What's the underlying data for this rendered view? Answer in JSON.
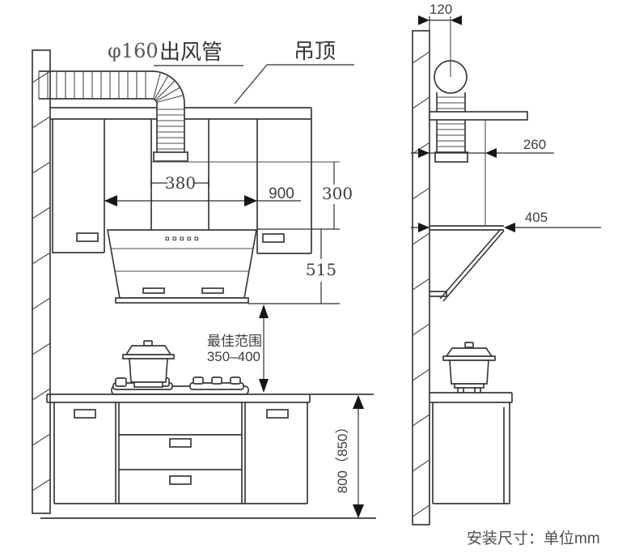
{
  "front_view": {
    "diameter_label": "φ160",
    "duct_label": "出风管",
    "ceiling_label": "吊顶",
    "dims": {
      "duct_housing_width": "380",
      "hood_width": "900",
      "upper_section_height": "300",
      "hood_height": "515",
      "optimal_range_title": "最佳范围",
      "optimal_range_value": "350–400",
      "counter_height": "800（850）"
    }
  },
  "side_view": {
    "dims": {
      "duct_center_offset": "120",
      "wall_to_mount": "260",
      "wall_to_front": "405"
    }
  },
  "footer": {
    "unit_note": "安装尺寸：单位mm"
  },
  "colors": {
    "background": "#ffffff",
    "line": "#3a3a3a",
    "dimension_line": "#2f2f2f",
    "arrow": "#161616",
    "text": "#3f3f3f"
  }
}
